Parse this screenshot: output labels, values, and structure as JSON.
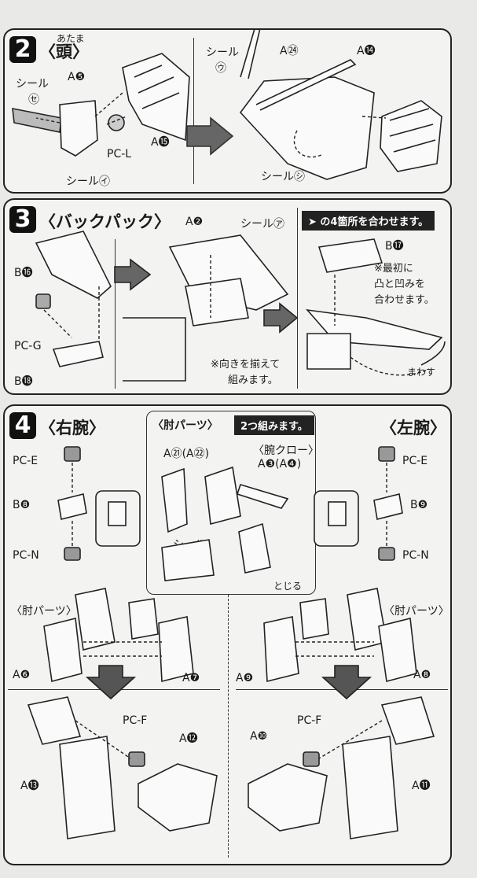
{
  "step2": {
    "number": "2",
    "title": "〈頭〉",
    "furigana": "あたま",
    "labels": {
      "seal_se": "シール",
      "seal_se_circle": "㋝",
      "a5": "A❺",
      "pcl": "PC-L",
      "a15": "A⓯",
      "seal_i": "シール㋑",
      "seal_u": "シール",
      "seal_u_circle": "㋒",
      "a24": "A㉔",
      "a14": "A⓮",
      "seal_shi": "シール㋛"
    }
  },
  "step3": {
    "number": "3",
    "title": "〈バックパック〉",
    "labels": {
      "a2": "A❷",
      "seal_a": "シール㋐",
      "b16": "B⓰",
      "pcg": "PC-G",
      "b18": "B⓲",
      "b17": "B⓱"
    },
    "banner": "➤ の4箇所を合わせます。",
    "note1": [
      "※最初に",
      "凸と凹みを",
      "合わせます。"
    ],
    "note2": [
      "※向きを揃えて",
      "組みます。"
    ],
    "mawasu": "まわす"
  },
  "step4": {
    "number": "4",
    "title_right": "〈右腕〉",
    "title_left": "〈左腕〉",
    "center": {
      "title": "〈肘パーツ〉",
      "banner": "2つ組みます。",
      "a21": "A㉑(A㉒)",
      "claw": "〈腕クロー〉",
      "a3": "A❸(A❹)",
      "seal_ko": "シール",
      "seal_ko_circle": "㋙",
      "tojiru": "とじる"
    },
    "right": {
      "pce": "PC-E",
      "b8": "B❽",
      "pcn": "PC-N",
      "hiji": "〈肘パーツ〉",
      "a6": "A❻",
      "a7": "A❼",
      "pcf": "PC-F",
      "a12": "A⓬",
      "a13": "A⓭"
    },
    "left": {
      "pce": "PC-E",
      "b9": "B❾",
      "pcn": "PC-N",
      "hiji": "〈肘パーツ〉",
      "a9": "A❾",
      "a8": "A❽",
      "pcf": "PC-F",
      "a10": "A❿",
      "a11": "A⓫"
    }
  }
}
